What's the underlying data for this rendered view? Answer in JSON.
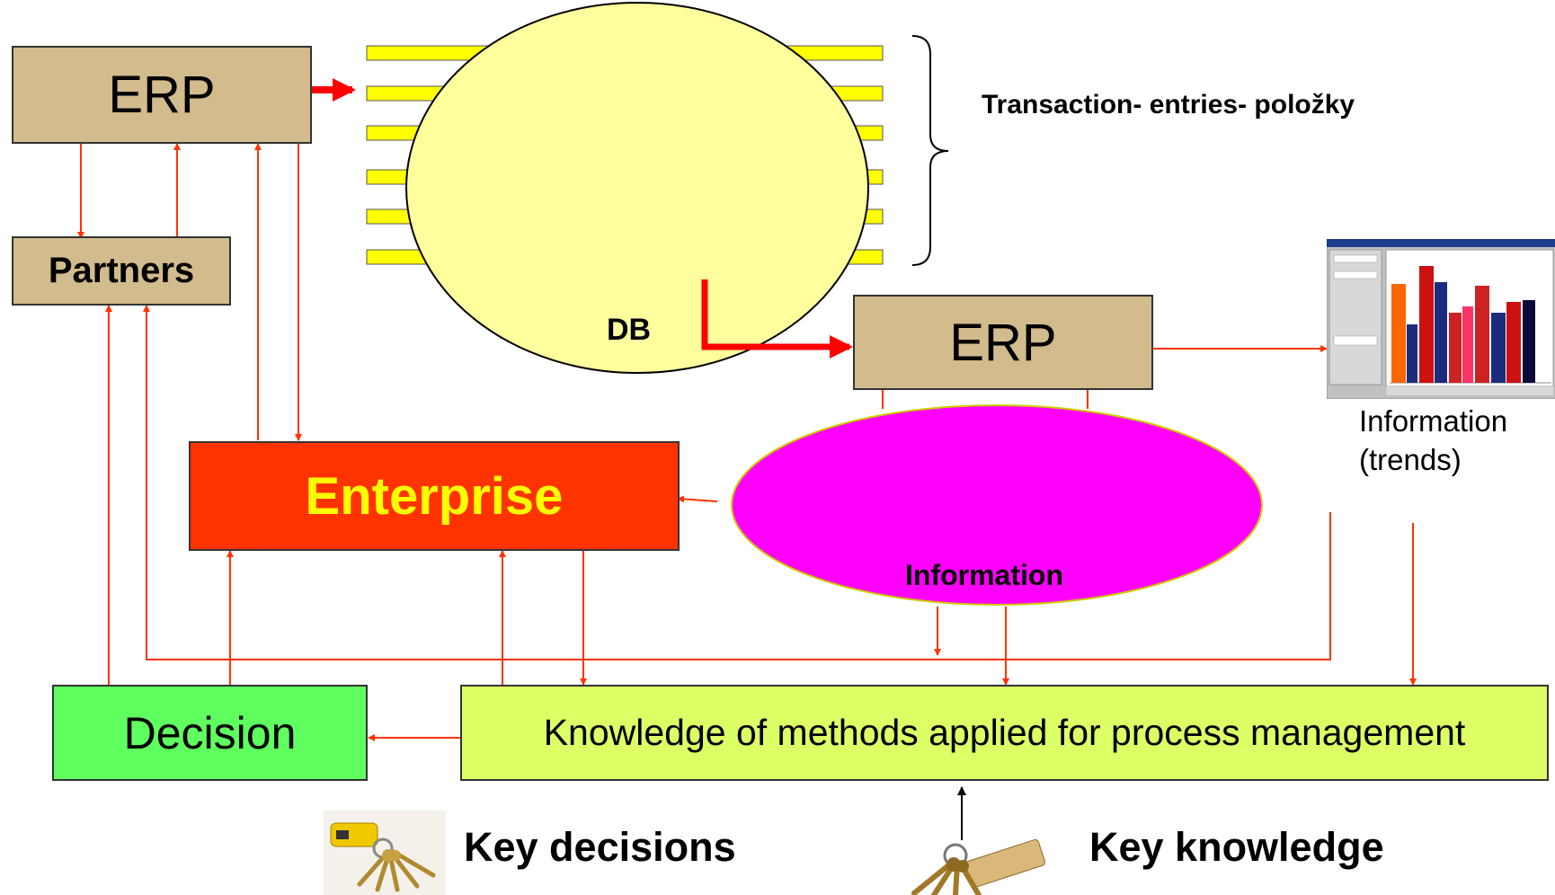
{
  "erp_top": {
    "label": "ERP"
  },
  "partners": {
    "label": "Partners"
  },
  "db": {
    "label": "DB"
  },
  "transaction_note": "Transaction- entries- položky",
  "erp_right": {
    "label": "ERP"
  },
  "info_chart": {
    "caption_line1": "Information",
    "caption_line2": "(trends)"
  },
  "information_oval": {
    "label": "Information"
  },
  "enterprise": {
    "label": "Enterprise"
  },
  "decision": {
    "label": "Decision"
  },
  "knowledge": {
    "label": "Knowledge of methods applied for process management"
  },
  "key_decisions": {
    "label": "Key decisions"
  },
  "key_knowledge": {
    "label": "Key knowledge"
  },
  "colors": {
    "erp_fill": "#d2bb8c",
    "db_fill": "#ffff9e",
    "oval_fill": "#ff00ff",
    "enterprise_fill": "#ff3300",
    "enterprise_text": "#ffff00",
    "decision_fill": "#5fff5f",
    "knowledge_fill": "#ddff66",
    "arrow": "#ff3300",
    "stripe": "#ffff00"
  }
}
